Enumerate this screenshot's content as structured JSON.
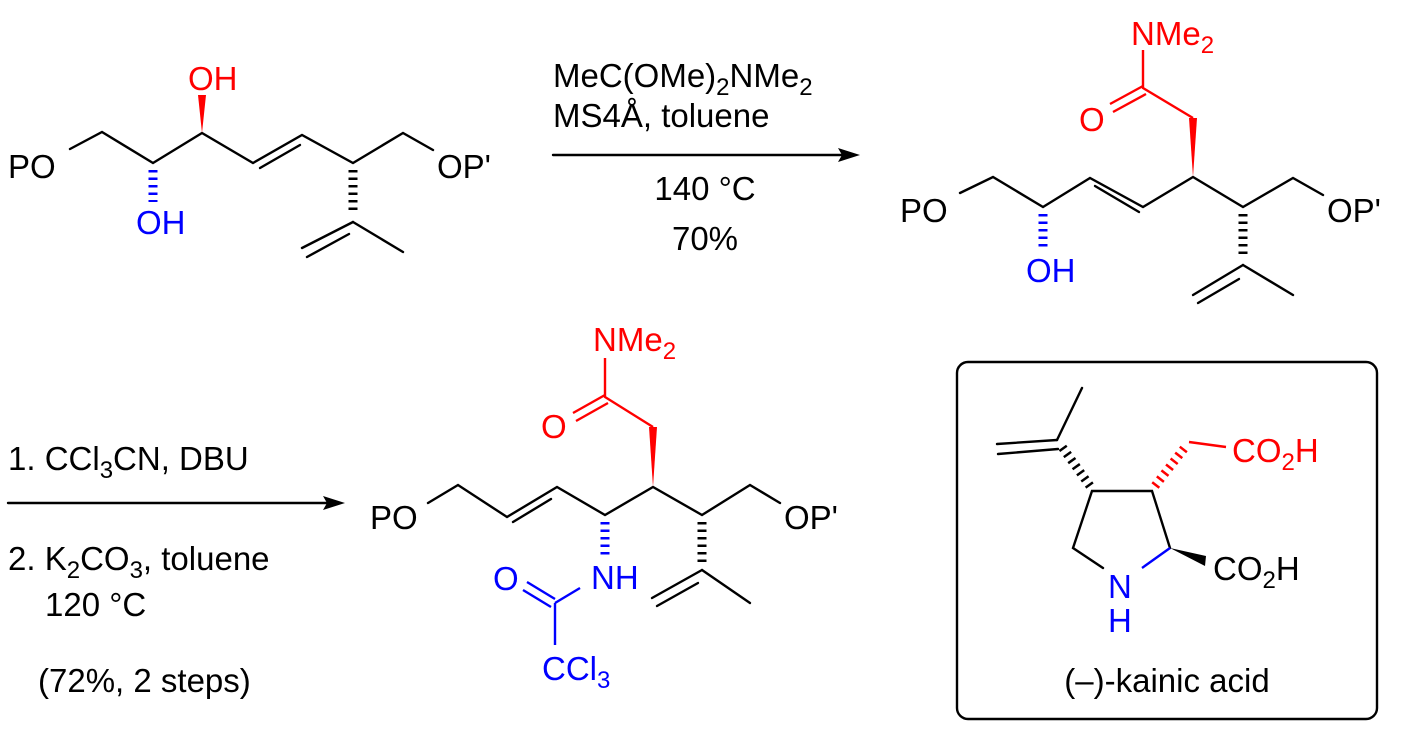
{
  "colors": {
    "highlight_red": "#ff0000",
    "highlight_blue": "#0000ff",
    "ink": "#000000"
  },
  "molecule1": {
    "po": "PO",
    "opp": "OP'",
    "oh_top": "OH",
    "oh_bottom": "OH"
  },
  "step1": {
    "line1": [
      "MeC(OMe)",
      "2",
      "NMe",
      "2"
    ],
    "line2": "MS4Å, toluene",
    "temp": "140 °C",
    "yield": "70%"
  },
  "molecule2": {
    "po": "PO",
    "opp": "OP'",
    "oh": "OH",
    "o": "O",
    "nme2": [
      "NMe",
      "2"
    ]
  },
  "step2": {
    "line1": [
      "1. CCl",
      "3",
      "CN, DBU"
    ],
    "line2": [
      "2. K",
      "2",
      "CO",
      "3",
      ", toluene"
    ],
    "temp": "120 °C",
    "yield": "(72%, 2 steps)"
  },
  "molecule3": {
    "po": "PO",
    "opp": "OP'",
    "o_red": "O",
    "nme2": [
      "NMe",
      "2"
    ],
    "nh": "NH",
    "o_blue": "O",
    "ccl3": [
      "CCl",
      "3"
    ]
  },
  "kainic": {
    "co2h_red": [
      "CO",
      "2",
      "H"
    ],
    "co2h_black": [
      "CO",
      "2",
      "H"
    ],
    "n": "N",
    "h": "H",
    "caption": "(–)-kainic acid"
  }
}
